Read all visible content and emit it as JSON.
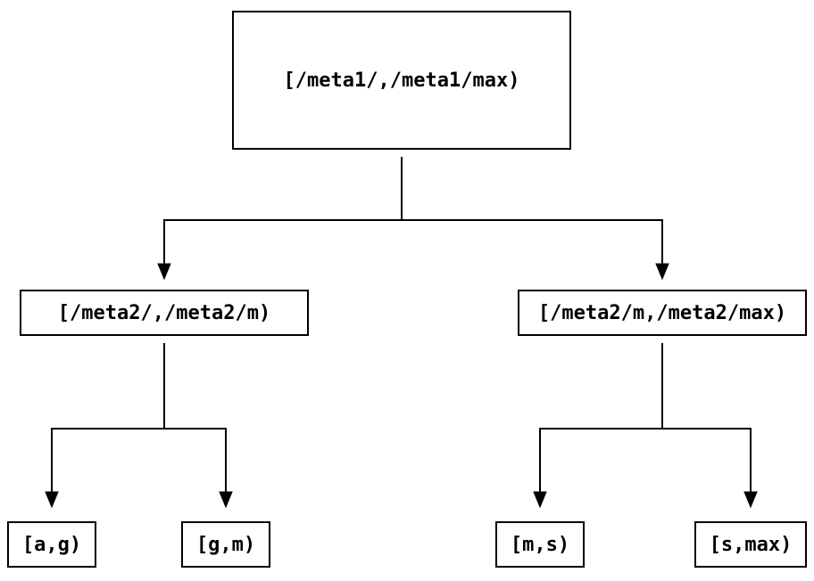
{
  "diagram": {
    "type": "tree",
    "background_color": "#ffffff",
    "line_color": "#000000",
    "nodes": {
      "root": {
        "label": "[/meta1/,/meta1/max)"
      },
      "left_mid": {
        "label": "[/meta2/,/meta2/m)"
      },
      "right_mid": {
        "label": "[/meta2/m,/meta2/max)"
      },
      "leaf_ag": {
        "label": "[a,g)"
      },
      "leaf_gm": {
        "label": "[g,m)"
      },
      "leaf_ms": {
        "label": "[m,s)"
      },
      "leaf_smax": {
        "label": "[s,max)"
      }
    },
    "edges": [
      {
        "from": "root",
        "to": "left_mid"
      },
      {
        "from": "root",
        "to": "right_mid"
      },
      {
        "from": "left_mid",
        "to": "leaf_ag"
      },
      {
        "from": "left_mid",
        "to": "leaf_gm"
      },
      {
        "from": "right_mid",
        "to": "leaf_ms"
      },
      {
        "from": "right_mid",
        "to": "leaf_smax"
      }
    ]
  }
}
